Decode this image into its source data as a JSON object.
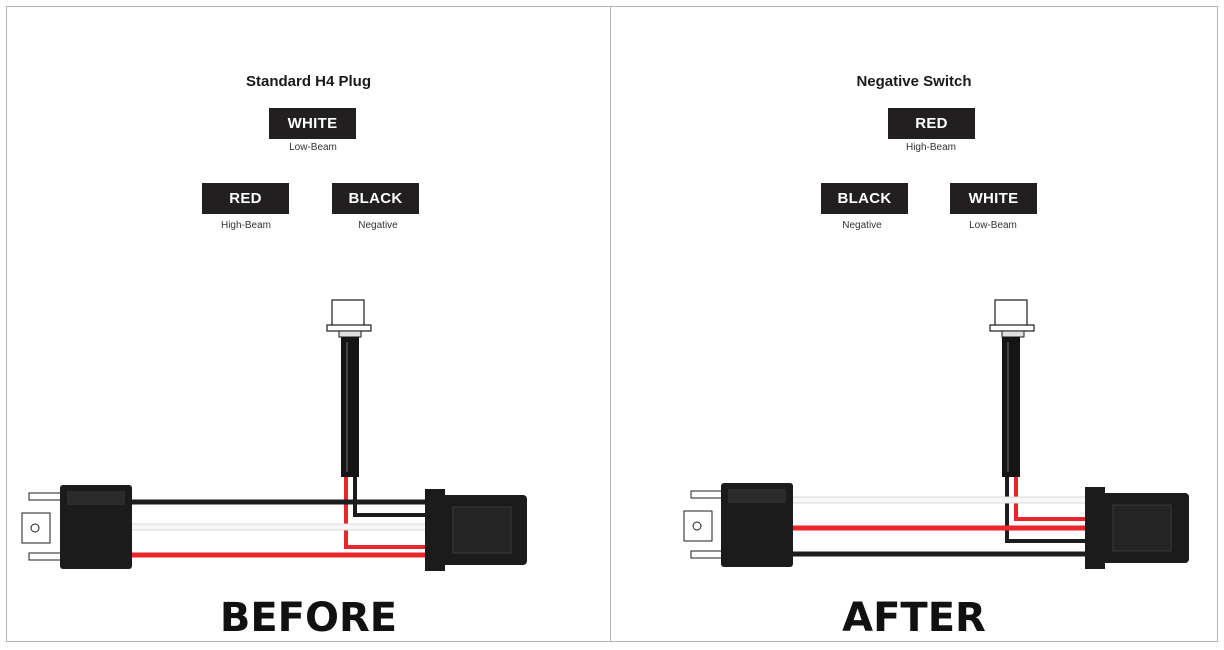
{
  "before": {
    "title": "Standard H4 Plug",
    "top_box": {
      "label": "WHITE",
      "func": "Low-Beam"
    },
    "left_box": {
      "label": "RED",
      "func": "High-Beam"
    },
    "right_box": {
      "label": "BLACK",
      "func": "Negative"
    },
    "caption": "BEFORE"
  },
  "after": {
    "title": "Negative Switch",
    "top_box": {
      "label": "RED",
      "func": "High-Beam"
    },
    "left_box": {
      "label": "BLACK",
      "func": "Negative"
    },
    "right_box": {
      "label": "WHITE",
      "func": "Low-Beam"
    },
    "caption": "AFTER"
  },
  "colors": {
    "wire_red": "#e8262c",
    "wire_black": "#1c1c1c",
    "wire_white": "#f2f2f2",
    "connector": "#1b1b1b",
    "label_bg": "#221f20"
  }
}
